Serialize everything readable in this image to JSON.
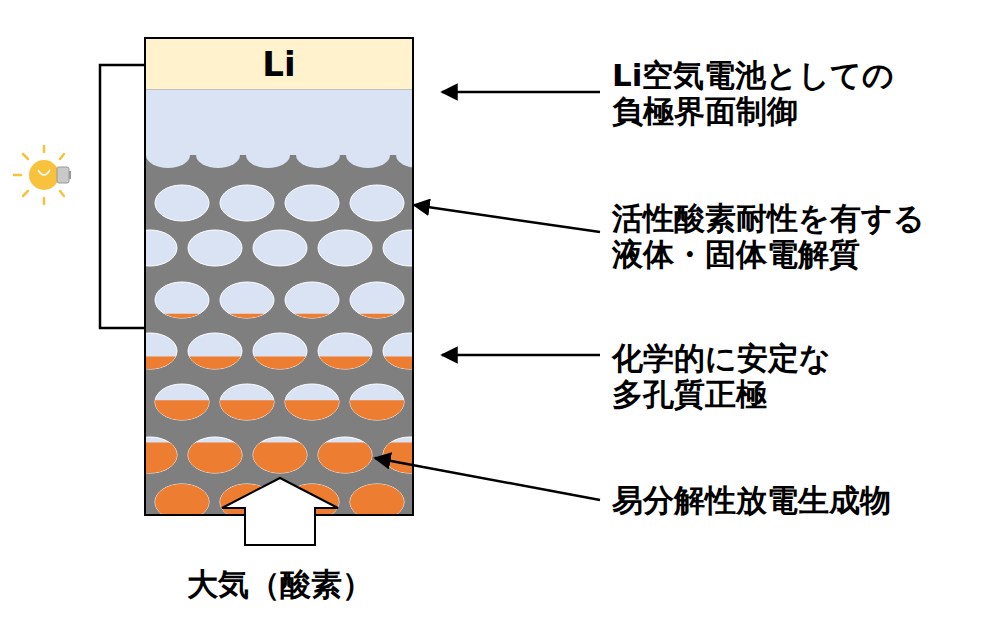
{
  "diagram": {
    "nodes": [
      {
        "text": [
          "Li"
        ]
      }
    ],
    "labels": [
      "Li空気電池としての 負極界面制御",
      "活性酸素耐性を有する 液体・固体電解質",
      "化学的に安定な 多孔質正極",
      "易分解性放電生成物",
      "大気（酸素）"
    ]
  }
}
